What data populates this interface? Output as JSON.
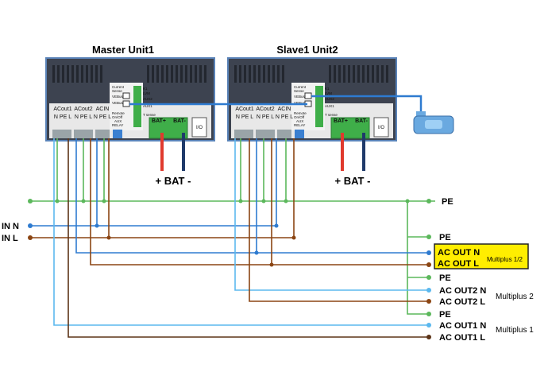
{
  "units": {
    "master_title": "Master Unit1",
    "slave_title": "Slave1 Unit2",
    "ports": {
      "acout1": "ACout1",
      "acout2": "ACout2",
      "acin": "ACIN",
      "npel": "N PE L",
      "current": "Current",
      "sense": "Sense",
      "vebus": "VEBus",
      "remote": "Remote",
      "onoff": "On/Off",
      "aux": "AUX",
      "relay": "RELAY",
      "batp": "BAT+",
      "batn": "BAT-",
      "k1": "K1",
      "lvm": "LVM",
      "aux1": "AUX1",
      "aux2": "AUX2",
      "temp": "T sense",
      "io": "I/O"
    }
  },
  "battery_label": "+ BAT -",
  "bus_labels": {
    "in_n": "IN N",
    "in_l": "IN L",
    "pe_top": "PE",
    "pe_group": "PE",
    "ac_out_n": "AC OUT  N",
    "ac_out_l": "AC OUT  L",
    "multiplus_12": "Multiplus 1/2",
    "pe_mp2": "PE",
    "ac_out2_n": "AC OUT2 N",
    "ac_out2_l": "AC OUT2 L",
    "multiplus_2": "Multiplus 2",
    "pe_mp1": "PE",
    "ac_out1_n": "AC OUT1 N",
    "ac_out1_l": "AC OUT1 L",
    "multiplus_1": "Multiplus 1"
  },
  "colors": {
    "pe_wire": "#5cb85c",
    "neutral_wire": "#2e7bd0",
    "line_wire": "#8b4513",
    "light_blue_wire": "#5bb8ee",
    "dark_brown_wire": "#5c3317",
    "unit_body": "#3d4350",
    "unit_border": "#5a83b8",
    "bat_pos": "#e03a2e",
    "bat_neg": "#1f3a6a",
    "highlight_box": "#ffee00"
  }
}
